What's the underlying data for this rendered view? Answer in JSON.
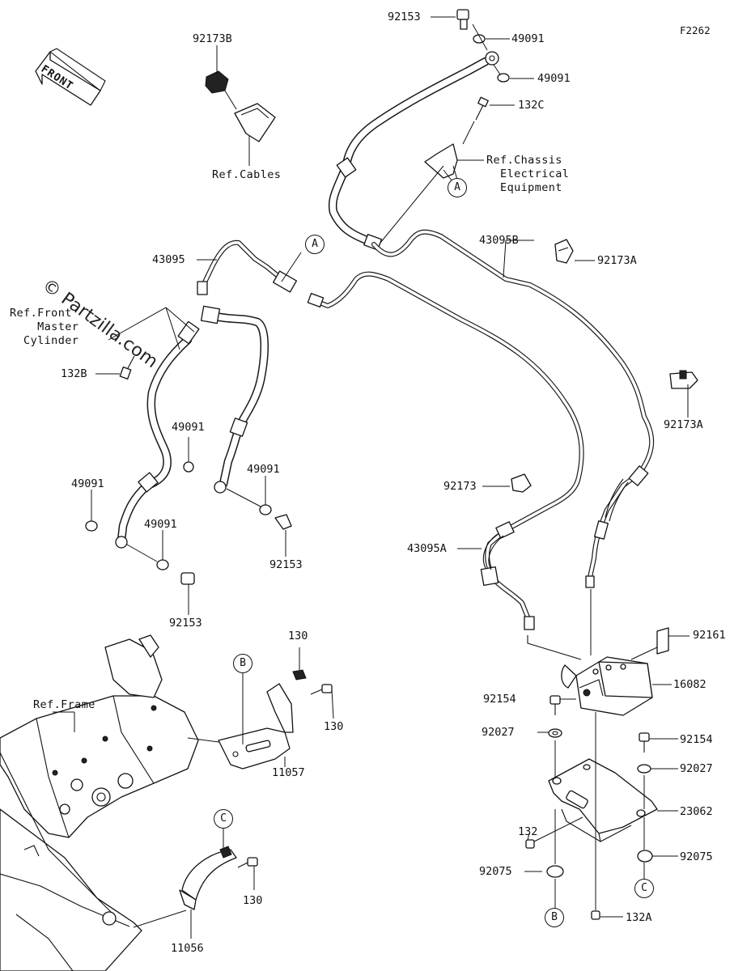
{
  "diagram": {
    "code": "F2262",
    "front_label": "FRONT",
    "watermark": "© Partzilla.com",
    "parts": [
      {
        "id": "p1",
        "label": "92153"
      },
      {
        "id": "p2",
        "label": "49091"
      },
      {
        "id": "p3",
        "label": "49091"
      },
      {
        "id": "p4",
        "label": "132C"
      },
      {
        "id": "p5",
        "label": "92173B"
      },
      {
        "id": "p6",
        "label": "43095"
      },
      {
        "id": "p7",
        "label": "43095B"
      },
      {
        "id": "p8",
        "label": "92173A"
      },
      {
        "id": "p9",
        "label": "92173A"
      },
      {
        "id": "p10",
        "label": "132B"
      },
      {
        "id": "p11",
        "label": "49091"
      },
      {
        "id": "p12",
        "label": "49091"
      },
      {
        "id": "p13",
        "label": "49091"
      },
      {
        "id": "p14",
        "label": "49091"
      },
      {
        "id": "p15",
        "label": "92153"
      },
      {
        "id": "p16",
        "label": "92153"
      },
      {
        "id": "p17",
        "label": "92173"
      },
      {
        "id": "p18",
        "label": "43095A"
      },
      {
        "id": "p19",
        "label": "92161"
      },
      {
        "id": "p20",
        "label": "16082"
      },
      {
        "id": "p21",
        "label": "92154"
      },
      {
        "id": "p22",
        "label": "92027"
      },
      {
        "id": "p23",
        "label": "92154"
      },
      {
        "id": "p24",
        "label": "92027"
      },
      {
        "id": "p25",
        "label": "23062"
      },
      {
        "id": "p26",
        "label": "132"
      },
      {
        "id": "p27",
        "label": "92075"
      },
      {
        "id": "p28",
        "label": "92075"
      },
      {
        "id": "p29",
        "label": "132A"
      },
      {
        "id": "p30",
        "label": "130"
      },
      {
        "id": "p31",
        "label": "130"
      },
      {
        "id": "p32",
        "label": "11057"
      },
      {
        "id": "p33",
        "label": "130"
      },
      {
        "id": "p34",
        "label": "11056"
      }
    ],
    "refs": {
      "cables": "Ref.Cables",
      "chassis": "Ref.Chassis\n  Electrical\n  Equipment",
      "master_cylinder": "Ref.Front\n    Master\n  Cylinder",
      "frame": "Ref.Frame"
    },
    "callouts": {
      "a1": "A",
      "a2": "A",
      "b1": "B",
      "b2": "B",
      "c1": "C",
      "c2": "C"
    }
  }
}
